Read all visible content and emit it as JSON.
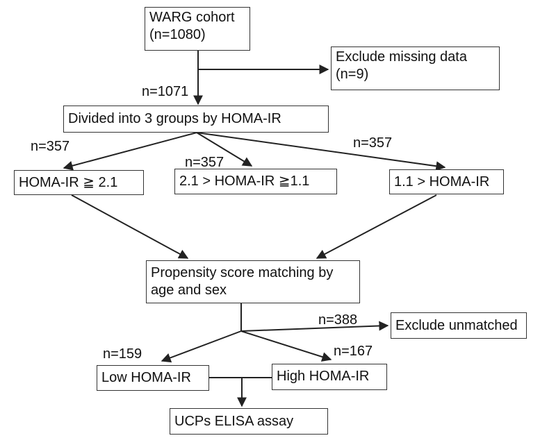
{
  "boxes": {
    "cohort": "WARG cohort\n(n=1080)",
    "exclude_missing": "Exclude missing data\n(n=9)",
    "divided": "Divided into 3 groups by HOMA-IR",
    "group_high": "HOMA-IR ≧ 2.1",
    "group_mid": "2.1 > HOMA-IR ≧1.1",
    "group_low": "1.1 > HOMA-IR",
    "psm": "Propensity score matching by\nage and sex",
    "exclude_unmatched": "Exclude unmatched",
    "low_homa": "Low HOMA-IR",
    "high_homa": "High HOMA-IR",
    "elisa": "UCPs ELISA assay"
  },
  "labels": {
    "n_1071": "n=1071",
    "n_357_left": "n=357",
    "n_357_mid": "n=357",
    "n_357_right": "n=357",
    "n_388": "n=388",
    "n_159": "n=159",
    "n_167": "n=167"
  },
  "colors": {
    "line": "#222222",
    "border": "#333333"
  }
}
